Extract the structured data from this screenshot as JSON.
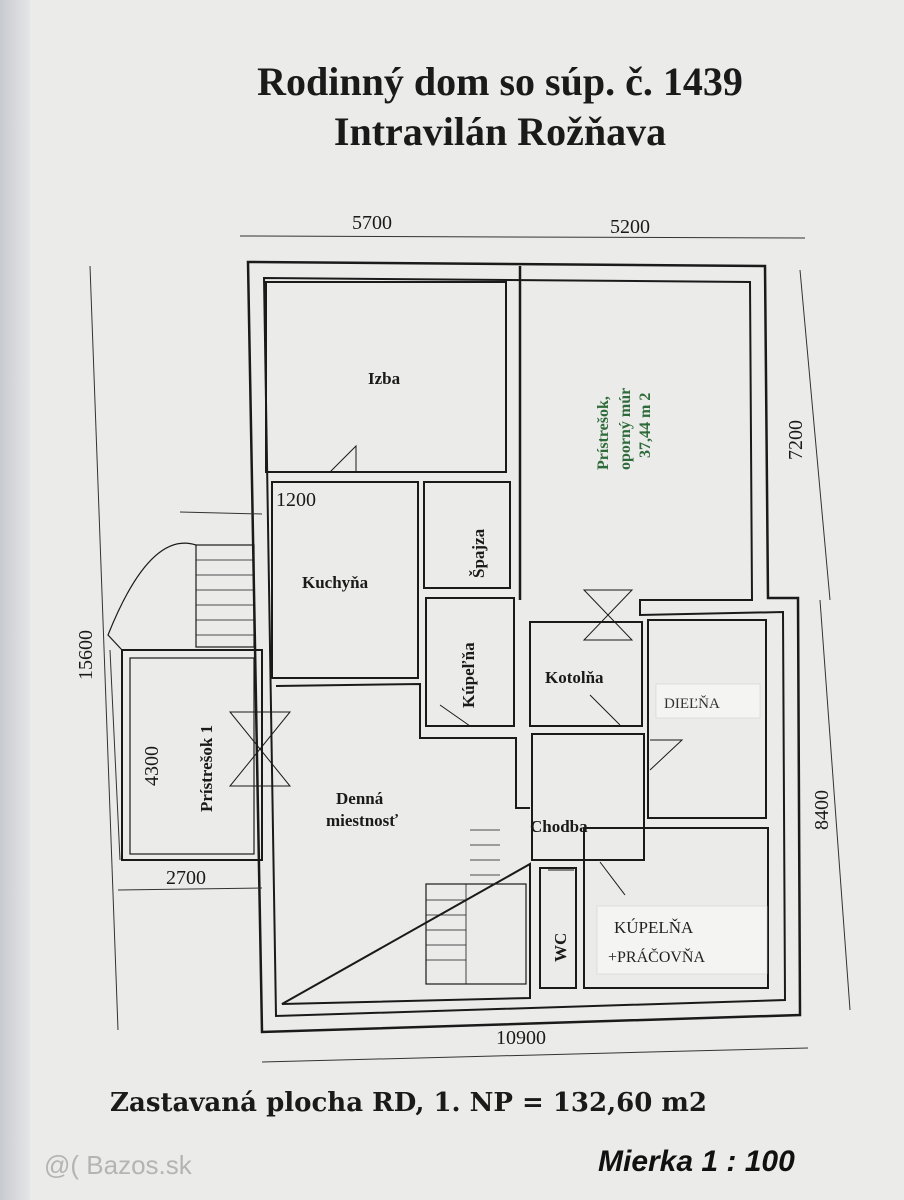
{
  "title": {
    "line1": "Rodinný dom so súp. č. 1439",
    "line2": "Intravilán Rožňava"
  },
  "dimensions": {
    "top_left": "5700",
    "top_right": "5200",
    "right_top": "7200",
    "right_bottom": "8400",
    "left_total": "15600",
    "bottom_total": "10900",
    "porch_width": "2700",
    "porch_length": "4300",
    "stair_width": "1200"
  },
  "rooms": {
    "izba": "Izba",
    "pristresok_opora": [
      "Prístrešok,",
      "oporný múr",
      "37,44 m 2"
    ],
    "spajza": "Špajza",
    "kuchyna": "Kuchyňa",
    "kupelna": "Kúpeľňa",
    "kotolna": "Kotolňa",
    "pristresok1": "Prístrešok 1",
    "denna1": "Denná",
    "denna2": "miestnosť",
    "chodba": "Chodba",
    "wc": "WC",
    "dielna_note": "DIEĽŇA",
    "kupelna_note1": "KÚPELŇA",
    "kupelna_note2": "+PRÁČOVŇA"
  },
  "footer": {
    "area": "Zastavaná plocha RD, 1. NP = 132,60 m2",
    "scale": "Mierka 1 : 100",
    "watermark": "@( Bazos.sk"
  },
  "colors": {
    "walls": "#1a1a1a",
    "green_text": "#2f6b3a",
    "paper": "#ebebea"
  }
}
